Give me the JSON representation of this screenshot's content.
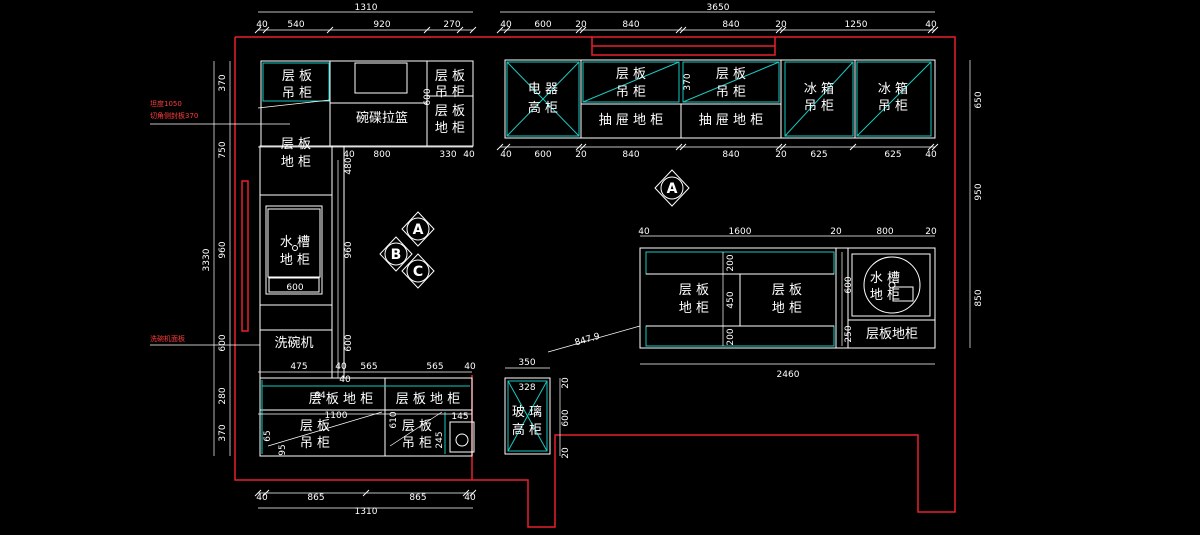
{
  "labels": {
    "upper_shelf_left_1": "层 板",
    "upper_shelf_left_2": "吊 柜",
    "top_shelf_a_1": "层 板",
    "top_shelf_a_2": "吊 柜",
    "top_shelf_b_1": "层 板",
    "top_shelf_b_2": "地 柜",
    "dish_basket": "碗碟拉篮",
    "elec_tall_1": "电 器",
    "elec_tall_2": "高 柜",
    "top_mid_1_1": "层 板",
    "top_mid_1_2": "吊 柜",
    "top_mid_2_1": "层 板",
    "top_mid_2_2": "吊 柜",
    "drawer_1": "抽 屉 地 柜",
    "drawer_2": "抽 屉 地 柜",
    "fridge_1_1": "冰 箱",
    "fridge_1_2": "吊 柜",
    "fridge_2_1": "冰 箱",
    "fridge_2_2": "吊 柜",
    "left_base_1": "层 板",
    "left_base_2": "地 柜",
    "sink_left_1": "水 槽",
    "sink_left_2": "地 柜",
    "dishwasher": "洗碗机",
    "bot_base_1": "层 板 地 柜",
    "bot_base_2": "层 板 地 柜",
    "bot_upper_1_1": "层 板",
    "bot_upper_1_2": "吊 柜",
    "bot_upper_2_1": "层 板",
    "bot_upper_2_2": "吊 柜",
    "glass_tall_1": "玻 璃",
    "glass_tall_2": "高 柜",
    "island_1_1": "层 板",
    "island_1_2": "地 柜",
    "island_2_1": "层 板",
    "island_2_2": "地 柜",
    "island_sink_1": "水 槽",
    "island_sink_2": "地 柜",
    "island_shelf": "层板地柜"
  },
  "notes": {
    "height_note": "坦度1050",
    "cut_note": "切角侧封板370",
    "dishwasher_note": "洗碗机面板"
  },
  "markers": {
    "a_main": "A",
    "a_small": "A",
    "b_small": "B",
    "c_small": "C"
  },
  "dims": {
    "t_40a": "40",
    "t_540": "540",
    "t_920": "920",
    "t_270": "270",
    "t_1310": "1310",
    "t_40b": "40",
    "t_600": "600",
    "t_20a": "20",
    "t_840a": "840",
    "t_840b": "840",
    "t_20b": "20",
    "t_1250": "1250",
    "t_40c": "40",
    "t_3650": "3650",
    "m_40a": "40",
    "m_600": "600",
    "m_20a": "20",
    "m_840a": "840",
    "m_840b": "840",
    "m_20b": "20",
    "m_625a": "625",
    "m_625b": "625",
    "m_40b": "40",
    "l_40": "40",
    "l_800": "800",
    "l_330": "330",
    "l_40b": "40",
    "v_370": "370",
    "v_750": "750",
    "v_960": "960",
    "v_3330": "3330",
    "v_600": "600",
    "v_280": "280",
    "v_370b": "370",
    "i_600": "600",
    "i_480": "480",
    "i_960": "960",
    "i_600b": "600",
    "i_370": "370",
    "r_650": "650",
    "r_950": "950",
    "r_850": "850",
    "is_40a": "40",
    "is_1600": "1600",
    "is_20a": "20",
    "is_800": "800",
    "is_20b": "20",
    "is_200a": "200",
    "is_450": "450",
    "is_200b": "200",
    "is_600": "600",
    "is_250": "250",
    "is_2460": "2460",
    "sink_600": "600",
    "diag_847": "847.9",
    "d_350": "350",
    "b_475": "475",
    "b_40a": "40",
    "b_565a": "565",
    "b_565b": "565",
    "b_40b": "40",
    "b_64": "64",
    "b_40c": "40",
    "b_1100": "1100",
    "b_610": "610",
    "b_145": "145",
    "b_245": "245",
    "b_65": "65",
    "b_95": "95",
    "g_328": "328",
    "g_20a": "20",
    "g_600": "600",
    "g_20b": "20",
    "bt_40a": "40",
    "bt_865a": "865",
    "bt_865b": "865",
    "bt_40b": "40",
    "bt_1310": "1310"
  }
}
